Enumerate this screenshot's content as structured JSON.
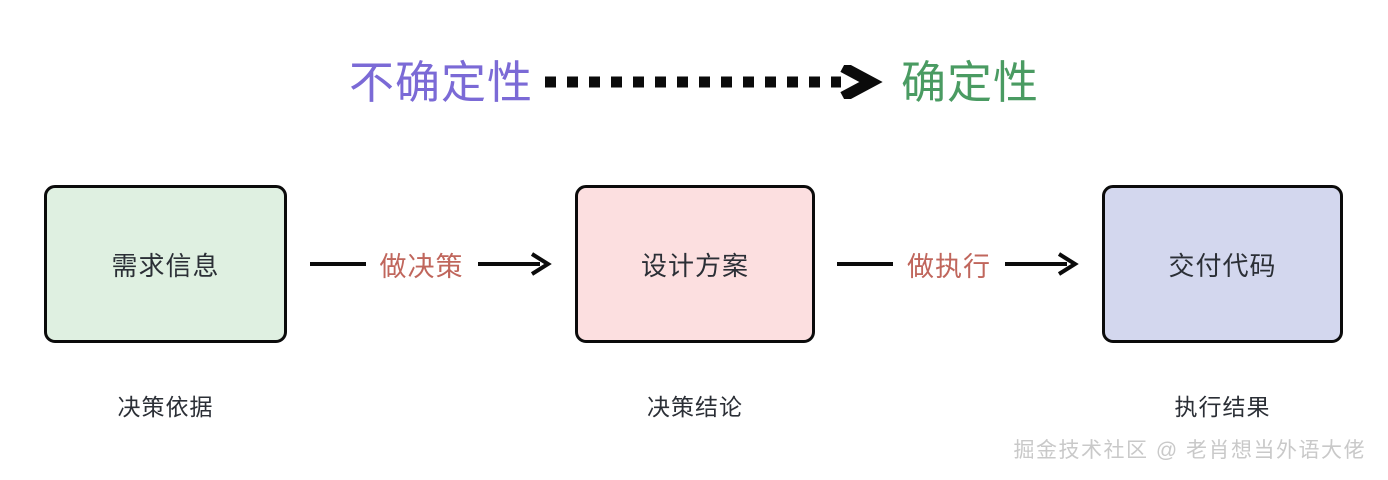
{
  "diagram": {
    "top_band": {
      "from_label": "不确定性",
      "to_label": "确定性",
      "from_color": "#7b6ad6",
      "to_color": "#4a9b62",
      "arrow_style": "dotted",
      "arrow_color": "#0b0b0b"
    },
    "nodes": [
      {
        "id": "node-1",
        "label": "需求信息",
        "caption": "决策依据",
        "fill": "#dff0e1",
        "border": "#0b0b0b"
      },
      {
        "id": "node-2",
        "label": "设计方案",
        "caption": "决策结论",
        "fill": "#fcdfe0",
        "border": "#0b0b0b"
      },
      {
        "id": "node-3",
        "label": "交付代码",
        "caption": "执行结果",
        "fill": "#d3d7ee",
        "border": "#0b0b0b"
      }
    ],
    "connectors": [
      {
        "id": "connector-1",
        "label": "做决策",
        "color": "#c0665c"
      },
      {
        "id": "connector-2",
        "label": "做执行",
        "color": "#c0665c"
      }
    ],
    "watermark": "掘金技术社区 @ 老肖想当外语大佬"
  }
}
